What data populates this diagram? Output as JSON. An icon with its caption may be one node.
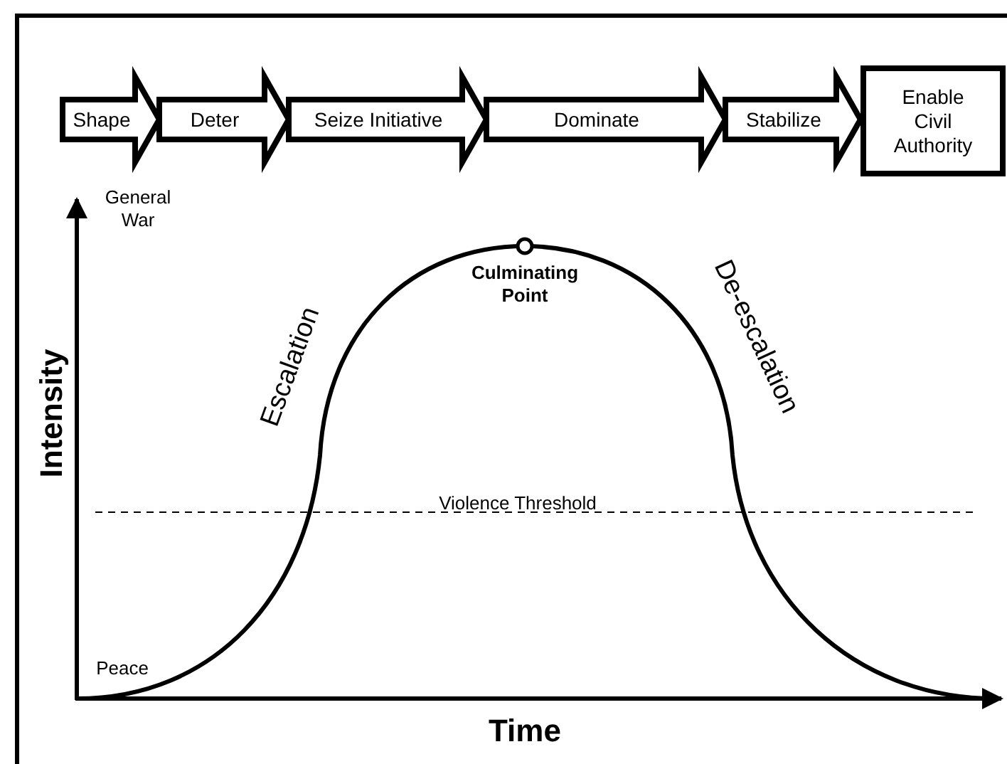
{
  "diagram": {
    "nodes": [
      {
        "text": [
          "Shape"
        ]
      },
      {
        "text": [
          "Deter"
        ]
      },
      {
        "text": [
          "Seize Initiative"
        ]
      },
      {
        "text": [
          "Dominate"
        ]
      },
      {
        "text": [
          "Stabilize"
        ]
      },
      {
        "text": [
          "Enable Civil Authority"
        ]
      }
    ],
    "edges": [],
    "labels": [
      "General War",
      "Culminating Point",
      "Escalation",
      "De-escalation",
      "Intensity",
      "Violence Threshold",
      "Peace",
      "Time"
    ]
  }
}
